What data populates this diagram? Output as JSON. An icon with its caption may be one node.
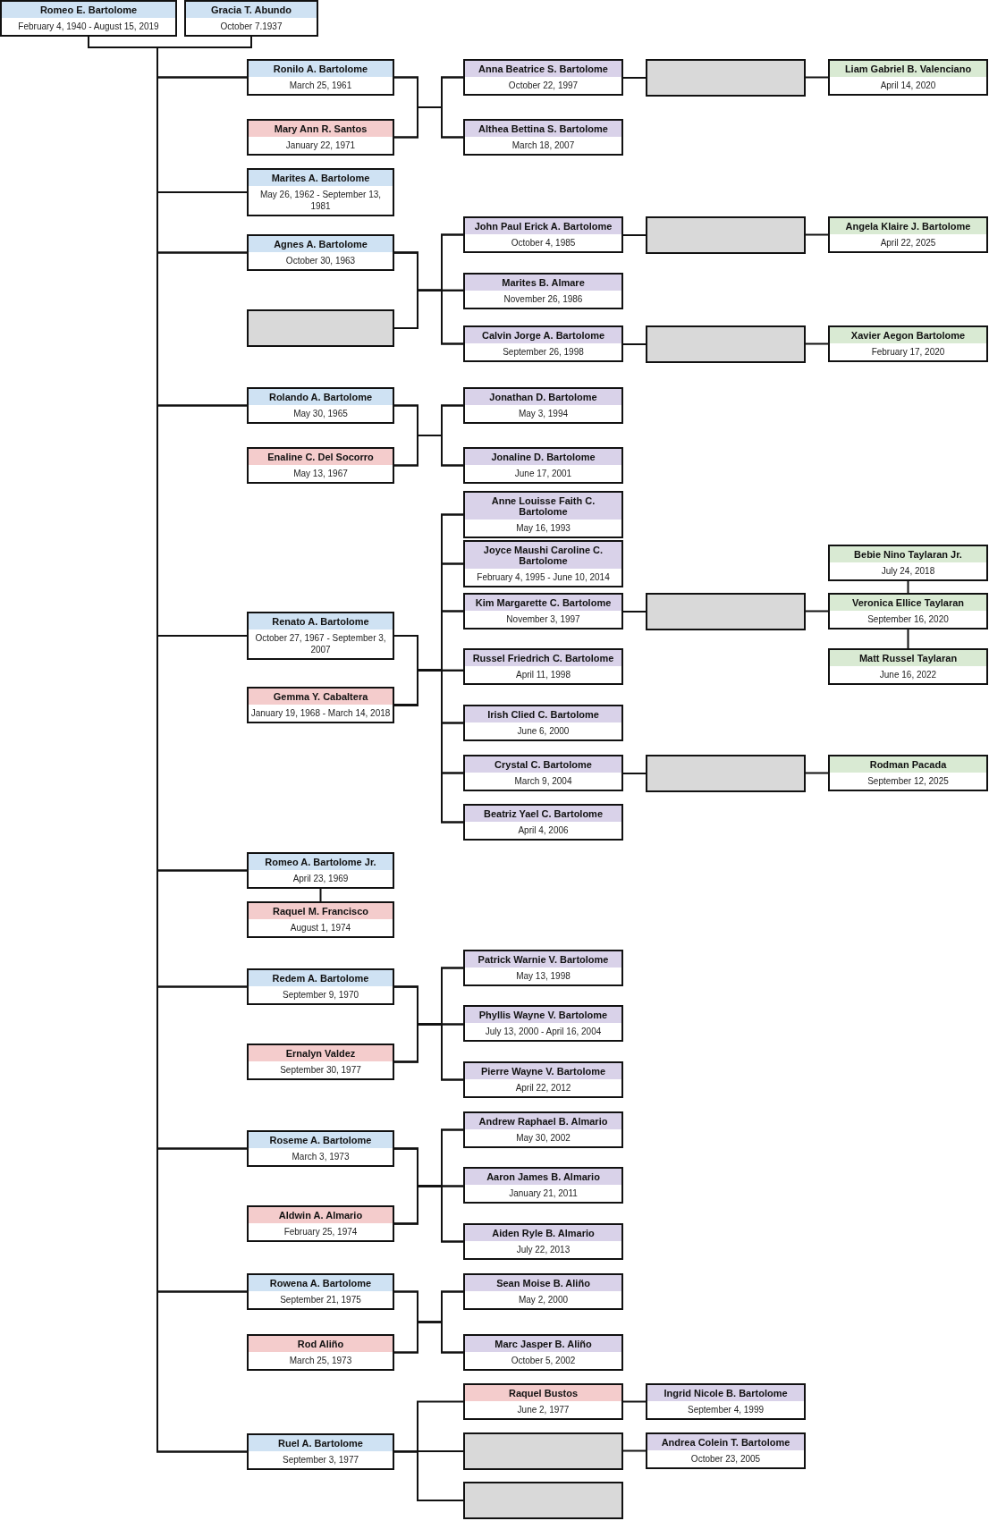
{
  "diagram": {
    "nodes": [
      {
        "text": [
          "Romeo E. Bartolome",
          "February 4, 1940 - August 15, 2019"
        ]
      },
      {
        "text": [
          "Gracia T. Abundo",
          "October 7.1937"
        ]
      },
      {
        "text": [
          "Ronilo A. Bartolome",
          "March 25, 1961"
        ]
      },
      {
        "text": [
          "Anna Beatrice S. Bartolome",
          "October 22, 1997"
        ]
      },
      {
        "text": [],
        "shape": "box"
      },
      {
        "text": [
          "Liam Gabriel B. Valenciano",
          "April 14, 2020"
        ]
      },
      {
        "text": [
          "Mary Ann R. Santos",
          "January 22, 1971"
        ]
      },
      {
        "text": [
          "Althea Bettina S. Bartolome",
          "March 18, 2007"
        ]
      },
      {
        "text": [
          "Marites A. Bartolome",
          "May 26, 1962 - September 13, 1981"
        ]
      },
      {
        "text": [
          "John Paul Erick A. Bartolome",
          "October 4, 1985"
        ]
      },
      {
        "text": [],
        "shape": "box"
      },
      {
        "text": [
          "Angela Klaire J. Bartolome",
          "April 22, 2025"
        ]
      },
      {
        "text": [
          "Agnes A. Bartolome",
          "October 30, 1963"
        ]
      },
      {
        "text": [
          "Marites B. Almare",
          "November 26, 1986"
        ]
      },
      {
        "text": [],
        "shape": "box"
      },
      {
        "text": [
          "Calvin Jorge A. Bartolome",
          "September 26, 1998"
        ]
      },
      {
        "text": [],
        "shape": "box"
      },
      {
        "text": [
          "Xavier Aegon Bartolome",
          "February 17, 2020"
        ]
      },
      {
        "text": [
          "Rolando A. Bartolome",
          "May 30, 1965"
        ]
      },
      {
        "text": [
          "Jonathan D. Bartolome",
          "May 3, 1994"
        ]
      },
      {
        "text": [
          "Enaline C. Del Socorro",
          "May 13, 1967"
        ]
      },
      {
        "text": [
          "Jonaline D. Bartolome",
          "June 17, 2001"
        ]
      },
      {
        "text": [
          "Anne Louisse Faith C. Bartolome",
          "May 16, 1993"
        ]
      },
      {
        "text": [
          "Joyce Maushi Caroline C. Bartolome",
          "February 4, 1995 - June 10, 2014"
        ]
      },
      {
        "text": [
          "Bebie Nino Taylaran Jr.",
          "July 24, 2018"
        ]
      },
      {
        "text": [
          "Renato A. Bartolome",
          "October 27, 1967 - September 3, 2007"
        ]
      },
      {
        "text": [
          "Kim Margarette C. Bartolome",
          "November 3, 1997"
        ]
      },
      {
        "text": [],
        "shape": "box"
      },
      {
        "text": [
          "Veronica Ellice Taylaran",
          "September 16, 2020"
        ]
      },
      {
        "text": [
          "Russel Friedrich C. Bartolome",
          "April 11, 1998"
        ]
      },
      {
        "text": [
          "Matt Russel Taylaran",
          "June 16, 2022"
        ]
      },
      {
        "text": [
          "Gemma Y. Cabaltera",
          "January 19, 1968 - March 14, 2018"
        ]
      },
      {
        "text": [
          "Irish Clied C. Bartolome",
          "June 6, 2000"
        ]
      },
      {
        "text": [
          "Crystal C. Bartolome",
          "March 9, 2004"
        ]
      },
      {
        "text": [],
        "shape": "box"
      },
      {
        "text": [
          "Rodman Pacada",
          "September 12, 2025"
        ]
      },
      {
        "text": [
          "Beatriz Yael C. Bartolome",
          "April 4, 2006"
        ]
      },
      {
        "text": [
          "Romeo A. Bartolome Jr.",
          "April 23, 1969"
        ]
      },
      {
        "text": [
          "Raquel M. Francisco",
          "August 1, 1974"
        ]
      },
      {
        "text": [
          "Patrick Warnie V. Bartolome",
          "May 13, 1998"
        ]
      },
      {
        "text": [
          "Redem A. Bartolome",
          "September 9, 1970"
        ]
      },
      {
        "text": [
          "Phyllis Wayne V. Bartolome",
          "July 13, 2000 - April 16, 2004"
        ]
      },
      {
        "text": [
          "Ernalyn Valdez",
          "September 30, 1977"
        ]
      },
      {
        "text": [
          "Pierre Wayne V. Bartolome",
          "April 22, 2012"
        ]
      },
      {
        "text": [
          "Andrew Raphael B. Almario",
          "May 30, 2002"
        ]
      },
      {
        "text": [
          "Roseme A. Bartolome",
          "March 3, 1973"
        ]
      },
      {
        "text": [
          "Aaron James B. Almario",
          "January 21, 2011"
        ]
      },
      {
        "text": [
          "Aldwin A. Almario",
          "February 25, 1974"
        ]
      },
      {
        "text": [
          "Aiden Ryle B. Almario",
          "July 22, 2013"
        ]
      },
      {
        "text": [
          "Rowena A. Bartolome",
          "September 21, 1975"
        ]
      },
      {
        "text": [
          "Sean Moise B. Aliño",
          "May 2, 2000"
        ]
      },
      {
        "text": [
          "Rod Aliño",
          "March 25, 1973"
        ]
      },
      {
        "text": [
          "Marc Jasper B. Aliño",
          "October 5, 2002"
        ]
      },
      {
        "text": [
          "Raquel Bustos",
          "June 2, 1977"
        ]
      },
      {
        "text": [
          "Ingrid Nicole B. Bartolome",
          "September 4, 1999"
        ]
      },
      {
        "text": [
          "Ruel A. Bartolome",
          "September 3, 1977"
        ]
      },
      {
        "text": [],
        "shape": "box"
      },
      {
        "text": [
          "Andrea Colein T. Bartolome",
          "October 23, 2005"
        ]
      },
      {
        "text": [],
        "shape": "box"
      }
    ],
    "edges": [
      {
        "from": 0,
        "to": 2,
        "arrow": "none"
      },
      {
        "from": 1,
        "to": 2,
        "arrow": "none"
      },
      {
        "from": 0,
        "to": 8,
        "arrow": "none"
      },
      {
        "from": 1,
        "to": 8,
        "arrow": "none"
      },
      {
        "from": 0,
        "to": 12,
        "arrow": "none"
      },
      {
        "from": 1,
        "to": 12,
        "arrow": "none"
      },
      {
        "from": 0,
        "to": 18,
        "arrow": "none"
      },
      {
        "from": 1,
        "to": 18,
        "arrow": "none"
      },
      {
        "from": 0,
        "to": 25,
        "arrow": "none"
      },
      {
        "from": 1,
        "to": 25,
        "arrow": "none"
      },
      {
        "from": 0,
        "to": 37,
        "arrow": "none"
      },
      {
        "from": 1,
        "to": 37,
        "arrow": "none"
      },
      {
        "from": 0,
        "to": 40,
        "arrow": "none"
      },
      {
        "from": 1,
        "to": 40,
        "arrow": "none"
      },
      {
        "from": 0,
        "to": 45,
        "arrow": "none"
      },
      {
        "from": 1,
        "to": 45,
        "arrow": "none"
      },
      {
        "from": 0,
        "to": 49,
        "arrow": "none"
      },
      {
        "from": 1,
        "to": 49,
        "arrow": "none"
      },
      {
        "from": 0,
        "to": 55,
        "arrow": "none"
      },
      {
        "from": 1,
        "to": 55,
        "arrow": "none"
      },
      {
        "from": 2,
        "to": 3,
        "arrow": "none"
      },
      {
        "from": 2,
        "to": 7,
        "arrow": "none"
      },
      {
        "from": 6,
        "to": 3,
        "arrow": "none"
      },
      {
        "from": 6,
        "to": 7,
        "arrow": "none"
      },
      {
        "from": 3,
        "to": 4,
        "arrow": "none"
      },
      {
        "from": 4,
        "to": 5,
        "arrow": "none"
      },
      {
        "from": 12,
        "to": 9,
        "arrow": "none"
      },
      {
        "from": 12,
        "to": 13,
        "arrow": "none"
      },
      {
        "from": 12,
        "to": 15,
        "arrow": "none"
      },
      {
        "from": 14,
        "to": 9,
        "arrow": "none"
      },
      {
        "from": 14,
        "to": 13,
        "arrow": "none"
      },
      {
        "from": 14,
        "to": 15,
        "arrow": "none"
      },
      {
        "from": 9,
        "to": 10,
        "arrow": "none"
      },
      {
        "from": 10,
        "to": 11,
        "arrow": "none"
      },
      {
        "from": 15,
        "to": 16,
        "arrow": "none"
      },
      {
        "from": 16,
        "to": 17,
        "arrow": "none"
      },
      {
        "from": 18,
        "to": 19,
        "arrow": "none"
      },
      {
        "from": 18,
        "to": 21,
        "arrow": "none"
      },
      {
        "from": 20,
        "to": 19,
        "arrow": "none"
      },
      {
        "from": 20,
        "to": 21,
        "arrow": "none"
      },
      {
        "from": 25,
        "to": 22,
        "arrow": "none"
      },
      {
        "from": 25,
        "to": 23,
        "arrow": "none"
      },
      {
        "from": 25,
        "to": 26,
        "arrow": "none"
      },
      {
        "from": 25,
        "to": 29,
        "arrow": "none"
      },
      {
        "from": 25,
        "to": 32,
        "arrow": "none"
      },
      {
        "from": 25,
        "to": 33,
        "arrow": "none"
      },
      {
        "from": 25,
        "to": 36,
        "arrow": "none"
      },
      {
        "from": 31,
        "to": 22,
        "arrow": "none"
      },
      {
        "from": 31,
        "to": 23,
        "arrow": "none"
      },
      {
        "from": 31,
        "to": 26,
        "arrow": "none"
      },
      {
        "from": 31,
        "to": 29,
        "arrow": "none"
      },
      {
        "from": 31,
        "to": 32,
        "arrow": "none"
      },
      {
        "from": 31,
        "to": 33,
        "arrow": "none"
      },
      {
        "from": 31,
        "to": 36,
        "arrow": "none"
      },
      {
        "from": 24,
        "to": 28,
        "arrow": "none"
      },
      {
        "from": 28,
        "to": 30,
        "arrow": "none"
      },
      {
        "from": 26,
        "to": 27,
        "arrow": "none"
      },
      {
        "from": 27,
        "to": 28,
        "arrow": "none"
      },
      {
        "from": 33,
        "to": 34,
        "arrow": "none"
      },
      {
        "from": 34,
        "to": 35,
        "arrow": "none"
      },
      {
        "from": 37,
        "to": 38,
        "arrow": "none"
      },
      {
        "from": 40,
        "to": 39,
        "arrow": "none"
      },
      {
        "from": 40,
        "to": 41,
        "arrow": "none"
      },
      {
        "from": 40,
        "to": 43,
        "arrow": "none"
      },
      {
        "from": 42,
        "to": 39,
        "arrow": "none"
      },
      {
        "from": 42,
        "to": 41,
        "arrow": "none"
      },
      {
        "from": 42,
        "to": 43,
        "arrow": "none"
      },
      {
        "from": 45,
        "to": 44,
        "arrow": "none"
      },
      {
        "from": 45,
        "to": 46,
        "arrow": "none"
      },
      {
        "from": 45,
        "to": 48,
        "arrow": "none"
      },
      {
        "from": 47,
        "to": 44,
        "arrow": "none"
      },
      {
        "from": 47,
        "to": 46,
        "arrow": "none"
      },
      {
        "from": 47,
        "to": 48,
        "arrow": "none"
      },
      {
        "from": 49,
        "to": 50,
        "arrow": "none"
      },
      {
        "from": 49,
        "to": 52,
        "arrow": "none"
      },
      {
        "from": 51,
        "to": 50,
        "arrow": "none"
      },
      {
        "from": 51,
        "to": 52,
        "arrow": "none"
      },
      {
        "from": 55,
        "to": 53,
        "arrow": "none"
      },
      {
        "from": 55,
        "to": 56,
        "arrow": "none"
      },
      {
        "from": 55,
        "to": 58,
        "arrow": "none"
      },
      {
        "from": 53,
        "to": 54,
        "arrow": "none"
      },
      {
        "from": 56,
        "to": 57,
        "arrow": "none"
      }
    ]
  }
}
